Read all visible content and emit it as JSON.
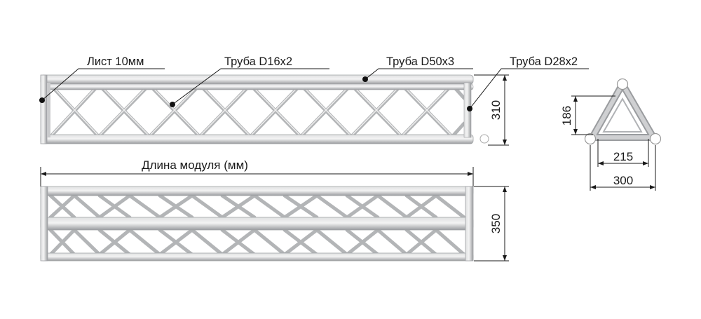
{
  "callouts": {
    "sheet": "Лист 10мм",
    "tube_brace": "Труба D16x2",
    "tube_main": "Труба D50x3",
    "tube_inner": "Труба D28x2"
  },
  "dimensions": {
    "module_length": "Длина модуля (мм)",
    "side_height": "310",
    "top_height": "350",
    "section_height": "186",
    "section_inner_width": "215",
    "section_outer_width": "300"
  },
  "colors": {
    "ink": "#1a1a1a",
    "tube": "#b9bbbd",
    "tube_light": "#e4e5e6",
    "tube_dark": "#8d8f92"
  }
}
